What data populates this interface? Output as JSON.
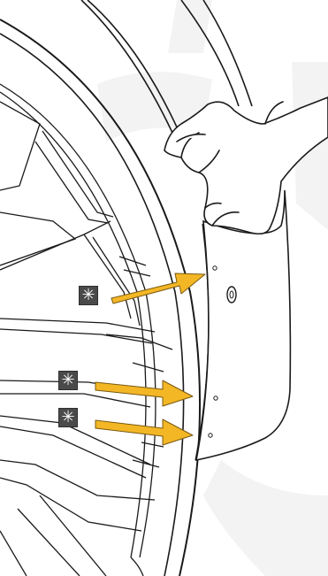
{
  "figure": {
    "marker_symbol": "✳",
    "marker_color": "#4a4a4a",
    "arrow_color": "#f3b625",
    "arrow_outline": "#7a5a10"
  },
  "markers": [
    {
      "name": "fastener-marker-upper",
      "symbol": "✳"
    },
    {
      "name": "fastener-marker-middle",
      "symbol": "✳"
    },
    {
      "name": "fastener-marker-lower",
      "symbol": "✳"
    }
  ]
}
